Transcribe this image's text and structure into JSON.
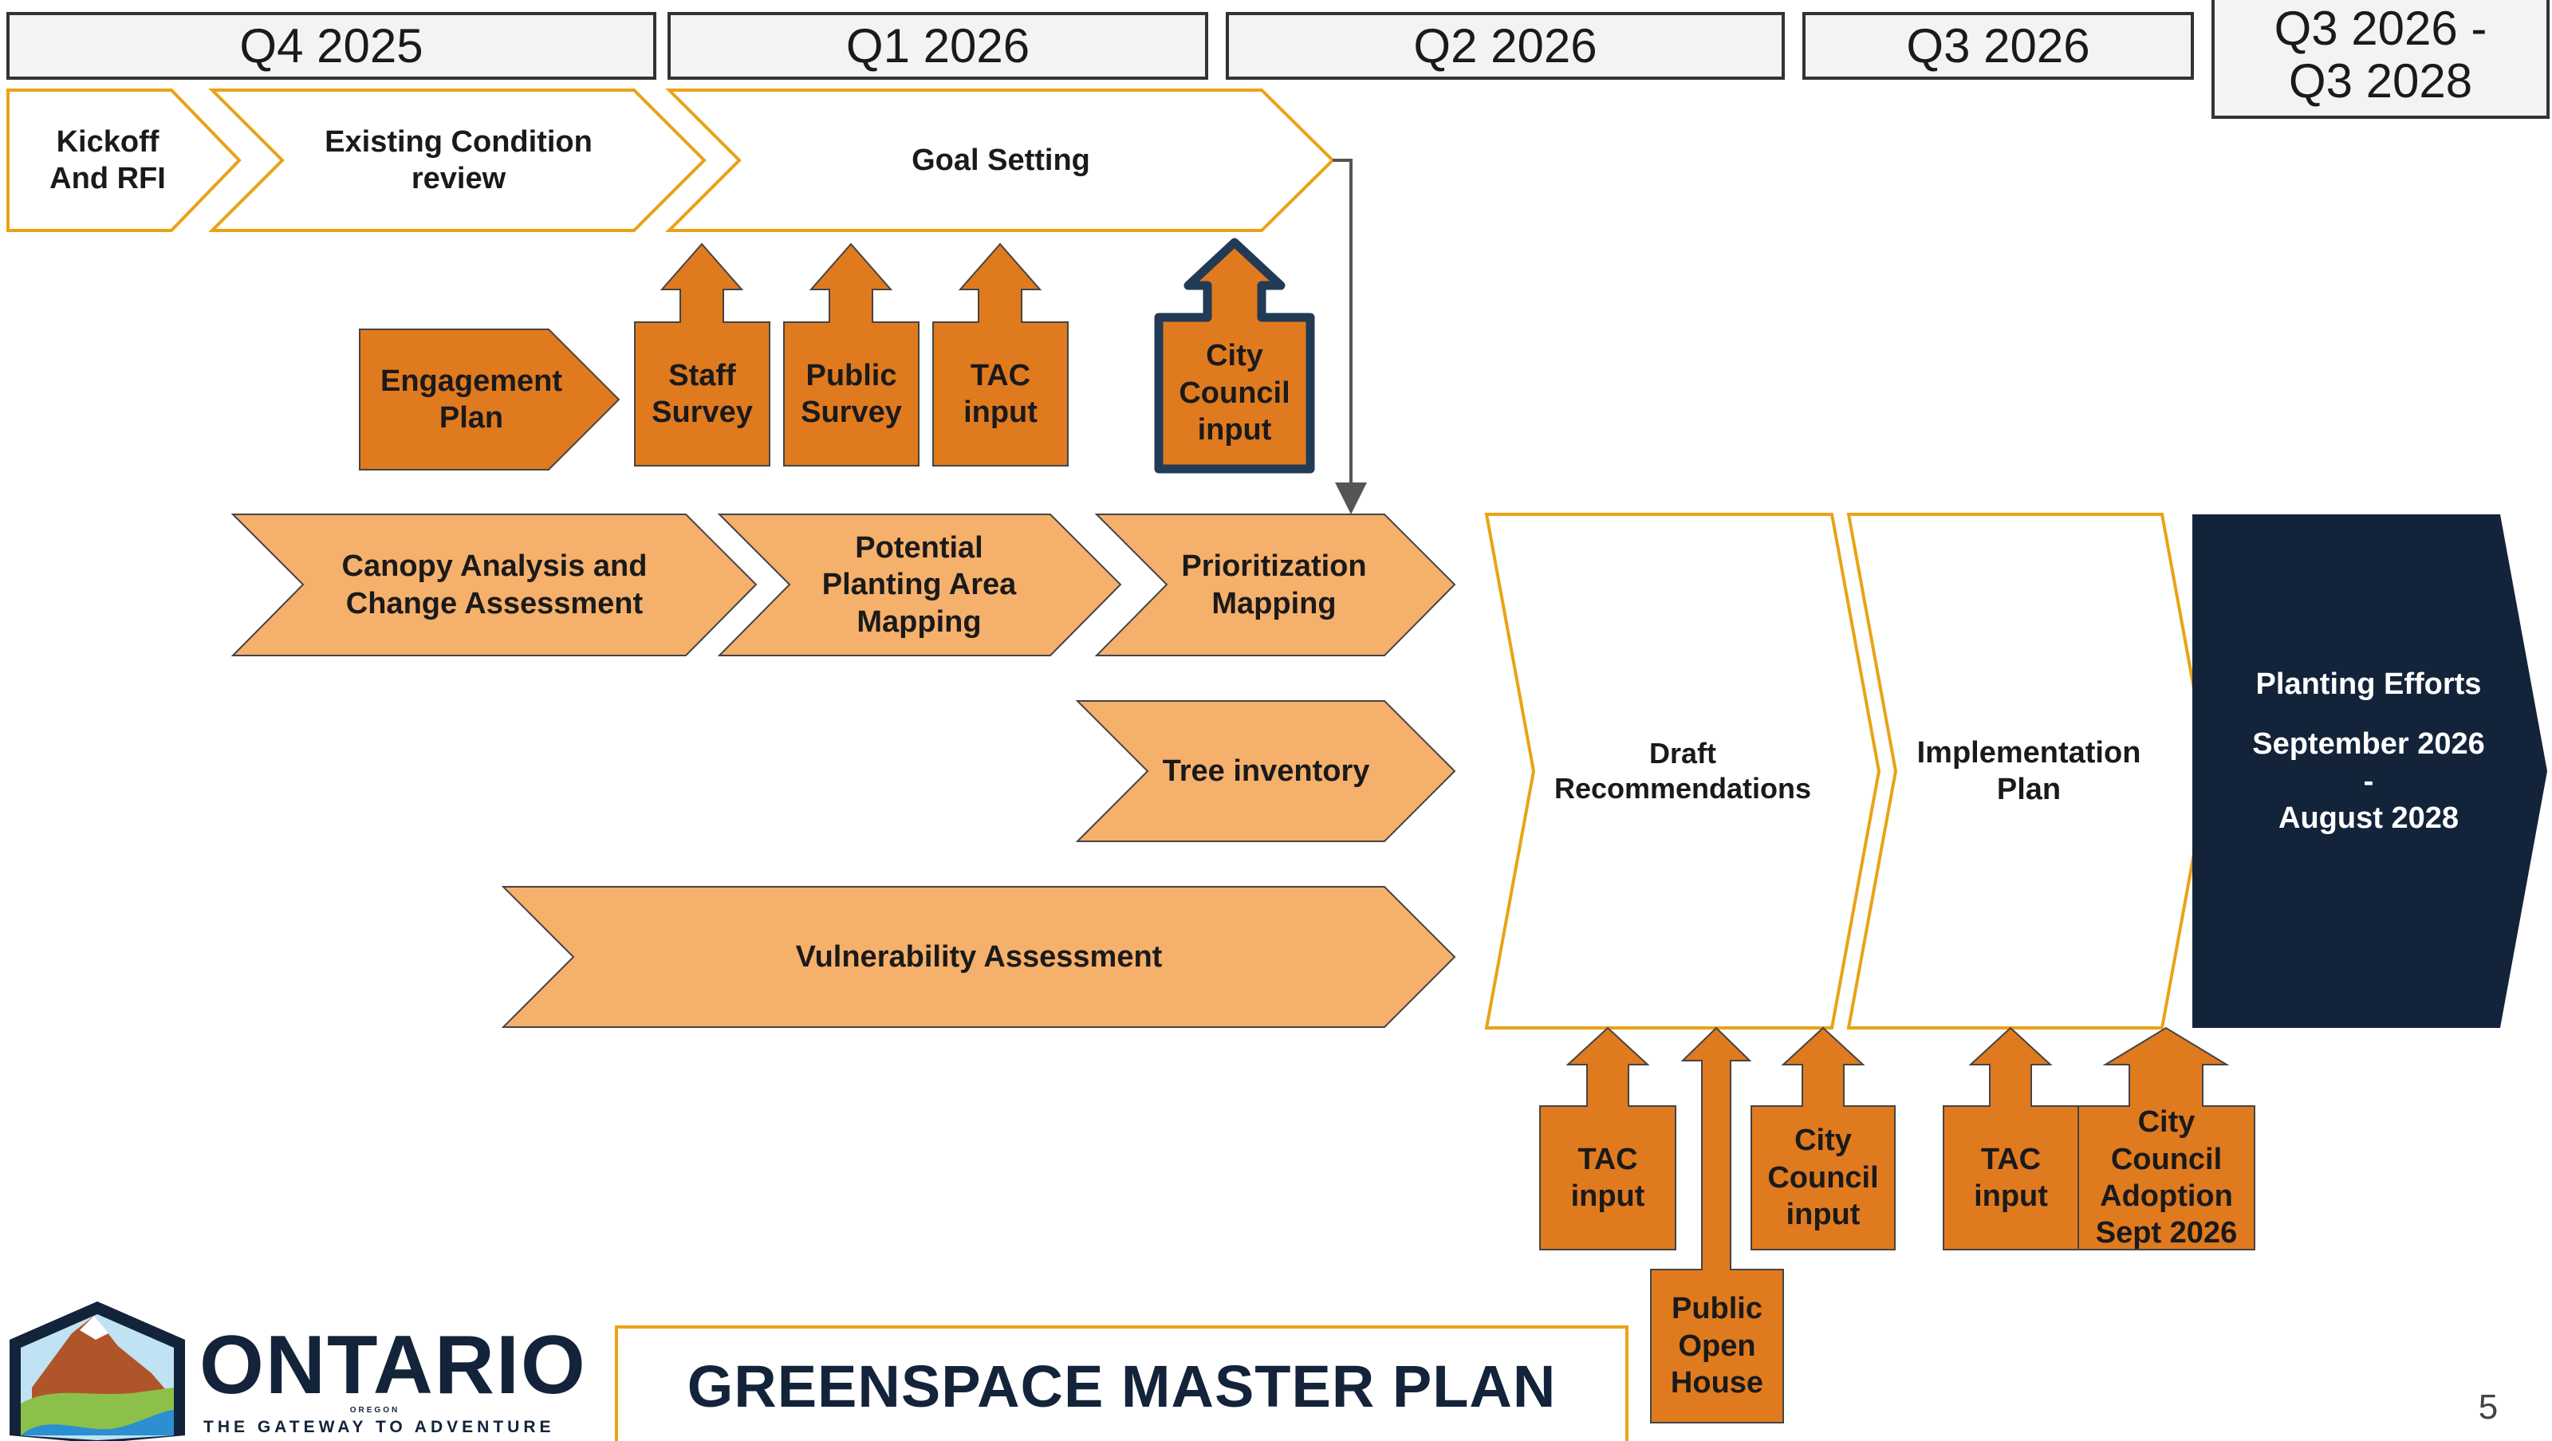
{
  "quarters": [
    "Q4 2025",
    "Q1 2026",
    "Q2 2026",
    "Q3 2026",
    "Q3 2026 -\nQ3 2028"
  ],
  "phases": {
    "kickoff": "Kickoff\nAnd RFI",
    "existing_condition": "Existing Condition\nreview",
    "goal_setting": "Goal Setting"
  },
  "engagement": {
    "engagement_plan": "Engagement\nPlan",
    "staff_survey": "Staff\nSurvey",
    "public_survey": "Public\nSurvey",
    "tac_input": "TAC\ninput",
    "city_council_input": "City\nCouncil\ninput"
  },
  "analysis": {
    "canopy": "Canopy Analysis and\nChange Assessment",
    "planting_area": "Potential\nPlanting Area\nMapping",
    "prioritization": "Prioritization\nMapping",
    "tree_inventory": "Tree inventory",
    "vulnerability": "Vulnerability Assessment"
  },
  "outcomes": {
    "draft": "Draft\nRecommendations",
    "implementation": "Implementation\nPlan",
    "planting_title": "Planting Efforts",
    "planting_dates": "September 2026\n-\nAugust 2028"
  },
  "inputs_bottom": {
    "tac_input_1": "TAC\ninput",
    "public_open_house": "Public\nOpen\nHouse",
    "city_council_input": "City\nCouncil\ninput",
    "tac_input_2": "TAC\ninput",
    "council_adoption": "City\nCouncil\nAdoption\nSept 2026"
  },
  "footer": {
    "title": "GREENSPACE MASTER PLAN",
    "page_number": "5",
    "logo_name": "ONTARIO",
    "logo_state": "OREGON",
    "logo_tagline": "THE GATEWAY TO ADVENTURE"
  },
  "colors": {
    "orange": "#e07a1f",
    "light_orange": "#f5b06b",
    "gold_outline": "#e8a317",
    "navy": "#13233a"
  }
}
